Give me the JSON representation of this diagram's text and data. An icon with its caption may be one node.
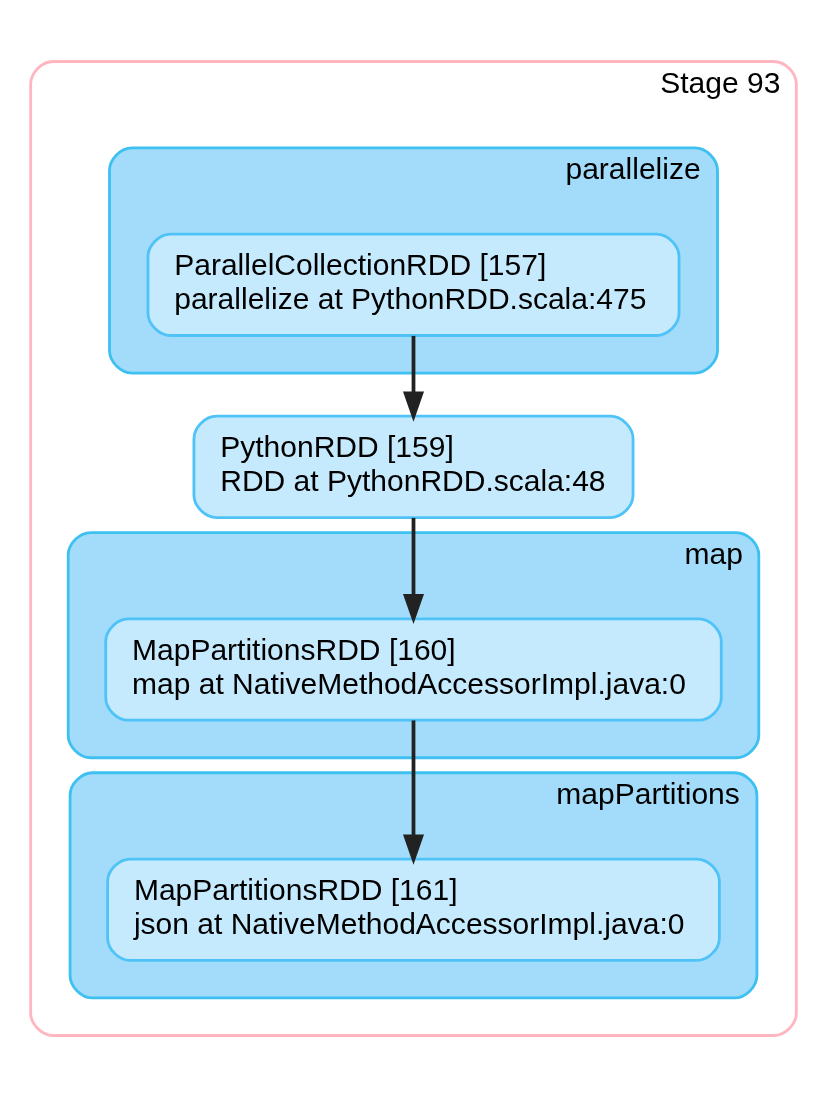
{
  "diagram": {
    "nodes": [
      {
        "text": [
          "Stage 93"
        ]
      },
      {
        "text": [
          "parallelize"
        ],
        "in": 0
      },
      {
        "text": [
          "ParallelCollectionRDD [157]",
          "parallelize at PythonRDD.scala:475"
        ],
        "in": 1
      },
      {
        "text": [
          "PythonRDD [159]",
          "RDD at PythonRDD.scala:48"
        ],
        "in": 0
      },
      {
        "text": [
          "map"
        ],
        "in": 0
      },
      {
        "text": [
          "MapPartitionsRDD [160]",
          "map at NativeMethodAccessorImpl.java:0"
        ],
        "in": 4
      },
      {
        "text": [
          "mapPartitions"
        ],
        "in": 0
      },
      {
        "text": [
          "MapPartitionsRDD [161]",
          "json at NativeMethodAccessorImpl.java:0"
        ],
        "in": 6
      }
    ],
    "edges": [
      {
        "from": 2,
        "to": 3,
        "arrow": "to"
      },
      {
        "from": 3,
        "to": 5,
        "arrow": "to"
      },
      {
        "from": 5,
        "to": 7,
        "arrow": "to"
      }
    ]
  }
}
